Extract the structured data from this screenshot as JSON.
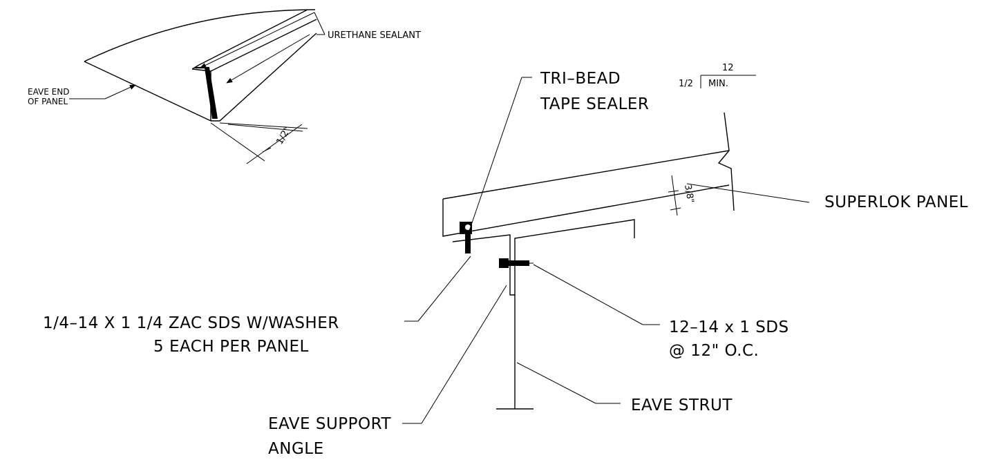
{
  "labels": {
    "urethane_sealant": "URETHANE SEALANT",
    "eave_end_line1": "EAVE END",
    "eave_end_line2": "OF PANEL",
    "dim_half_inch": "1/2\"",
    "tri_bead_line1": "TRI–BEAD",
    "tri_bead_line2": "TAPE SEALER",
    "slope_rise": "1/2",
    "slope_run": "12",
    "slope_min": "MIN.",
    "dim_three_eighths": "3/8\"",
    "superlok_panel": "SUPERLOK PANEL",
    "zac_sds_line1": "1/4–14 X 1 1/4 ZAC SDS W/WASHER",
    "zac_sds_line2": "5 EACH PER PANEL",
    "sds_line1": "12–14 x 1 SDS",
    "sds_line2": "@ 12\" O.C.",
    "eave_strut": "EAVE STRUT",
    "eave_support_line1": "EAVE SUPPORT",
    "eave_support_line2": "ANGLE"
  }
}
